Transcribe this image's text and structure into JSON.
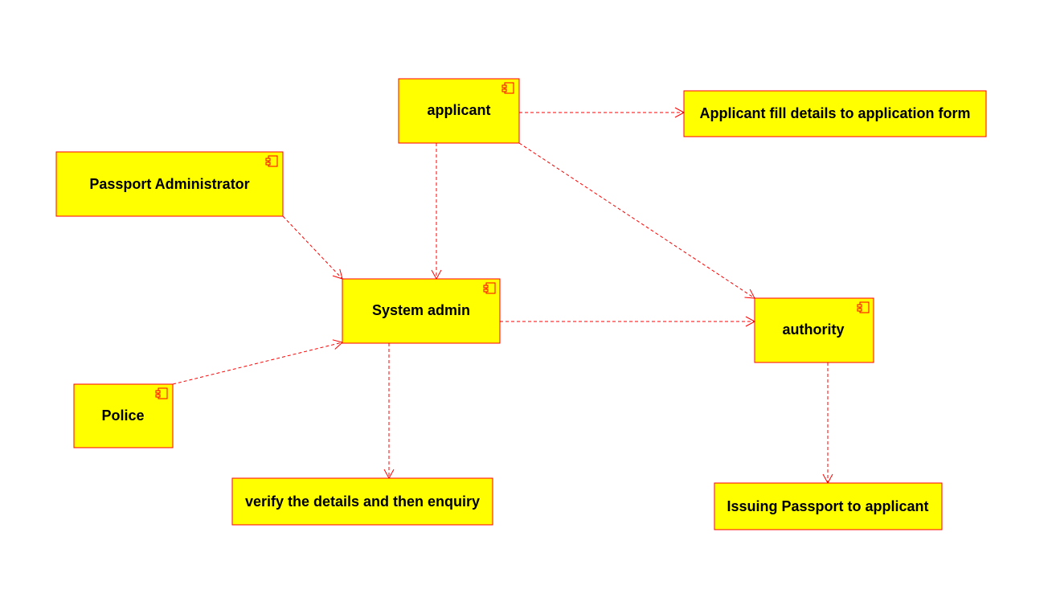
{
  "colors": {
    "background": "#ffffff",
    "node_fill": "#ffff00",
    "node_border": "#ff0000",
    "edge": "#ff0000",
    "text": "#000000"
  },
  "nodes": [
    {
      "id": "applicant",
      "label": "applicant",
      "kind": "component"
    },
    {
      "id": "fill_form",
      "label": "Applicant fill details to application form",
      "kind": "artifact"
    },
    {
      "id": "passport_admin",
      "label": "Passport Administrator",
      "kind": "component"
    },
    {
      "id": "system_admin",
      "label": "System admin",
      "kind": "component"
    },
    {
      "id": "authority",
      "label": "authority",
      "kind": "component"
    },
    {
      "id": "police",
      "label": "Police",
      "kind": "component"
    },
    {
      "id": "verify",
      "label": "verify the details and then enquiry",
      "kind": "artifact"
    },
    {
      "id": "issuing",
      "label": "Issuing Passport to applicant",
      "kind": "artifact"
    }
  ],
  "edges": [
    {
      "from": "applicant",
      "to": "fill_form",
      "style": "dashed-dependency"
    },
    {
      "from": "applicant",
      "to": "system_admin",
      "style": "dashed-dependency"
    },
    {
      "from": "applicant",
      "to": "authority",
      "style": "dashed-dependency"
    },
    {
      "from": "passport_admin",
      "to": "system_admin",
      "style": "dashed-dependency"
    },
    {
      "from": "police",
      "to": "system_admin",
      "style": "dashed-dependency"
    },
    {
      "from": "system_admin",
      "to": "authority",
      "style": "dashed-dependency"
    },
    {
      "from": "system_admin",
      "to": "verify",
      "style": "dashed-dependency"
    },
    {
      "from": "authority",
      "to": "issuing",
      "style": "dashed-dependency"
    }
  ]
}
